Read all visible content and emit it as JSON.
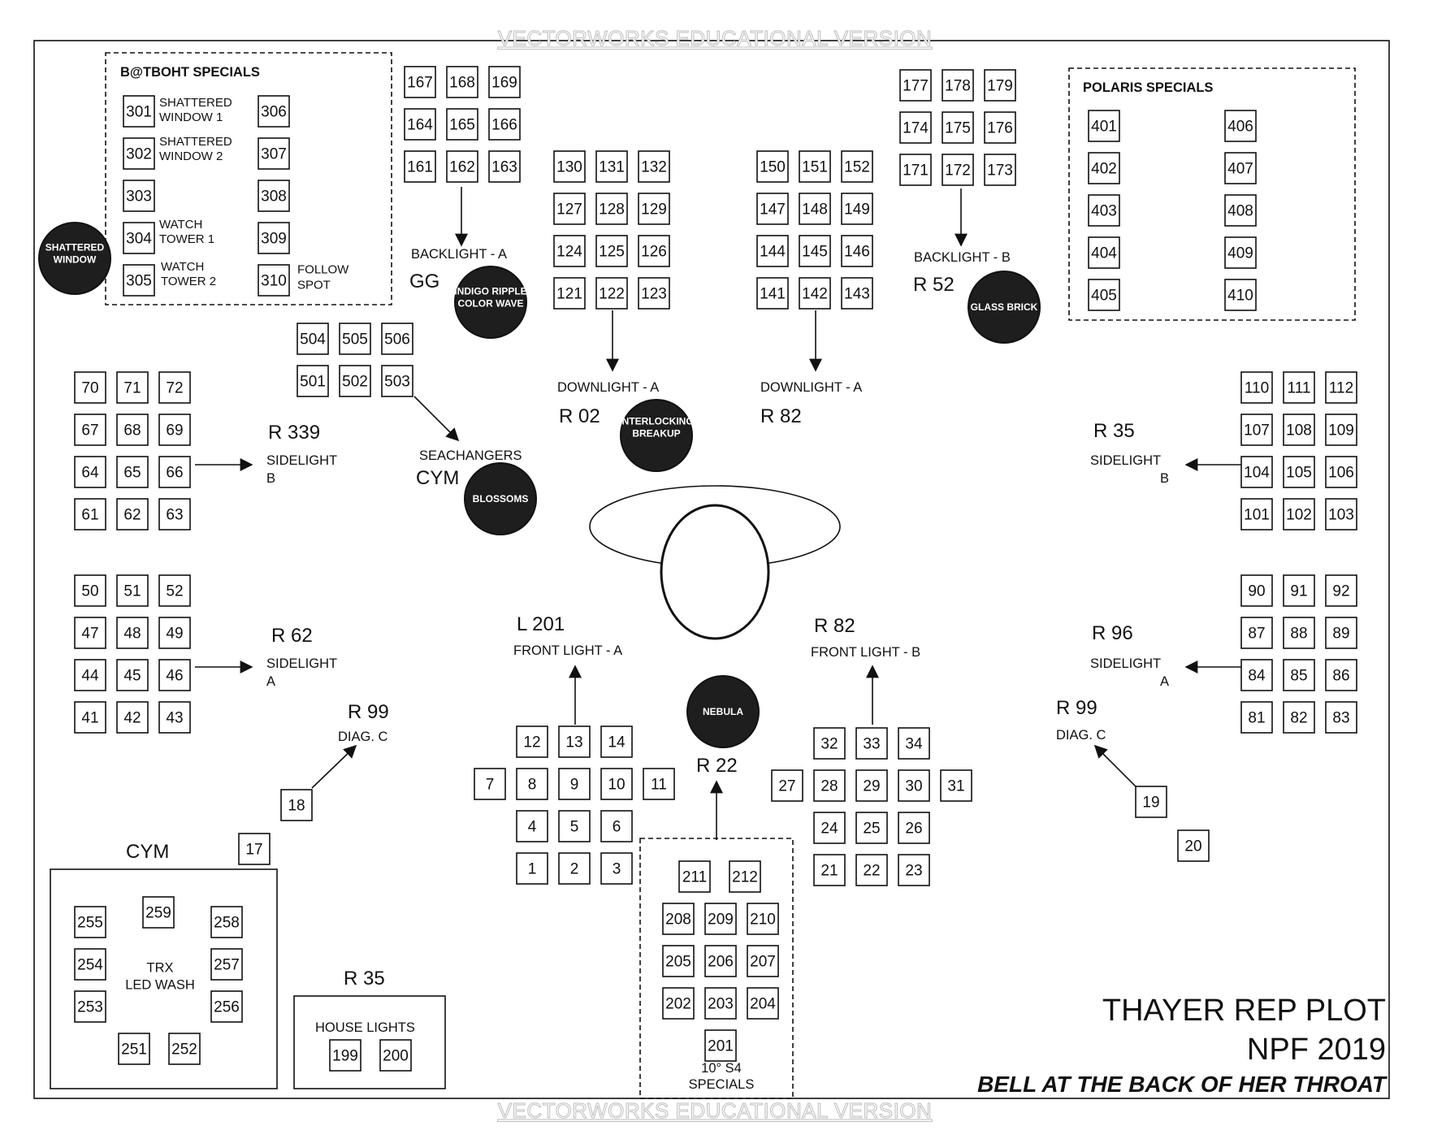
{
  "watermark": "VECTORWORKS EDUCATIONAL VERSION",
  "title": {
    "line1": "THAYER REP PLOT",
    "line2": "NPF 2019",
    "line3": "BELL AT THE BACK OF HER THROAT"
  },
  "specials": {
    "batboht_title": "B@TBOHT SPECIALS",
    "polaris_title": "POLARIS SPECIALS",
    "shattered_window_1": "SHATTERED\nWINDOW 1",
    "shattered_window_2": "SHATTERED\nWINDOW 2",
    "watch_tower_1": "WATCH\nTOWER 1",
    "watch_tower_2": "WATCH\nTOWER 2",
    "follow_spot": "FOLLOW\nSPOT"
  },
  "labels": {
    "backlight_a": "BACKLIGHT - A",
    "backlight_b": "BACKLIGHT - B",
    "gg": "GG",
    "r52": "R 52",
    "downlight_a": "DOWNLIGHT - A",
    "r02": "R 02",
    "r82": "R 82",
    "seachangers": "SEACHANGERS",
    "cym": "CYM",
    "r339": "R 339",
    "sidelight_b": "SIDELIGHT",
    "b": "B",
    "r35": "R 35",
    "r62": "R 62",
    "sidelight_a": "SIDELIGHT",
    "a": "A",
    "r96": "R 96",
    "r99": "R 99",
    "diag_c": "DIAG. C",
    "l201": "L 201",
    "front_a": "FRONT LIGHT - A",
    "front_b": "FRONT LIGHT - B",
    "r22": "R 22",
    "trx": "TRX\nLED WASH",
    "house_lights": "HOUSE LIGHTS",
    "s4_specials": "10° S4\nSPECIALS"
  },
  "gobos": {
    "shattered_window": "SHATTERED\nWINDOW",
    "indigo_ripple": "INDIGO RIPPLE\nCOLOR WAVE",
    "glass_brick": "GLASS BRICK",
    "interlocking": "INTERLOCKING\nBREAKUP",
    "blossoms": "BLOSSOMS",
    "nebula": "NEBULA"
  },
  "channels": [
    "1",
    "2",
    "3",
    "4",
    "5",
    "6",
    "7",
    "8",
    "9",
    "10",
    "11",
    "12",
    "13",
    "14",
    "17",
    "18",
    "19",
    "20",
    "21",
    "22",
    "23",
    "24",
    "25",
    "26",
    "27",
    "28",
    "29",
    "30",
    "31",
    "32",
    "33",
    "34",
    "41",
    "42",
    "43",
    "44",
    "45",
    "46",
    "47",
    "48",
    "49",
    "50",
    "51",
    "52",
    "61",
    "62",
    "63",
    "64",
    "65",
    "66",
    "67",
    "68",
    "69",
    "70",
    "71",
    "72",
    "81",
    "82",
    "83",
    "84",
    "85",
    "86",
    "87",
    "88",
    "89",
    "90",
    "91",
    "92",
    "101",
    "102",
    "103",
    "104",
    "105",
    "106",
    "107",
    "108",
    "109",
    "110",
    "111",
    "112",
    "121",
    "122",
    "123",
    "124",
    "125",
    "126",
    "127",
    "128",
    "129",
    "130",
    "131",
    "132",
    "141",
    "142",
    "143",
    "144",
    "145",
    "146",
    "147",
    "148",
    "149",
    "150",
    "151",
    "152",
    "161",
    "162",
    "163",
    "164",
    "165",
    "166",
    "167",
    "168",
    "169",
    "171",
    "172",
    "173",
    "174",
    "175",
    "176",
    "177",
    "178",
    "179",
    "199",
    "200",
    "201",
    "202",
    "203",
    "204",
    "205",
    "206",
    "207",
    "208",
    "209",
    "210",
    "211",
    "212",
    "251",
    "252",
    "253",
    "254",
    "255",
    "256",
    "257",
    "258",
    "259",
    "301",
    "302",
    "303",
    "304",
    "305",
    "306",
    "307",
    "308",
    "309",
    "310",
    "401",
    "402",
    "403",
    "404",
    "405",
    "406",
    "407",
    "408",
    "409",
    "410",
    "501",
    "502",
    "503",
    "504",
    "505",
    "506"
  ],
  "colors": {
    "ink": "#111111",
    "gobo": "#1e1e1e",
    "paper": "#ffffff"
  }
}
